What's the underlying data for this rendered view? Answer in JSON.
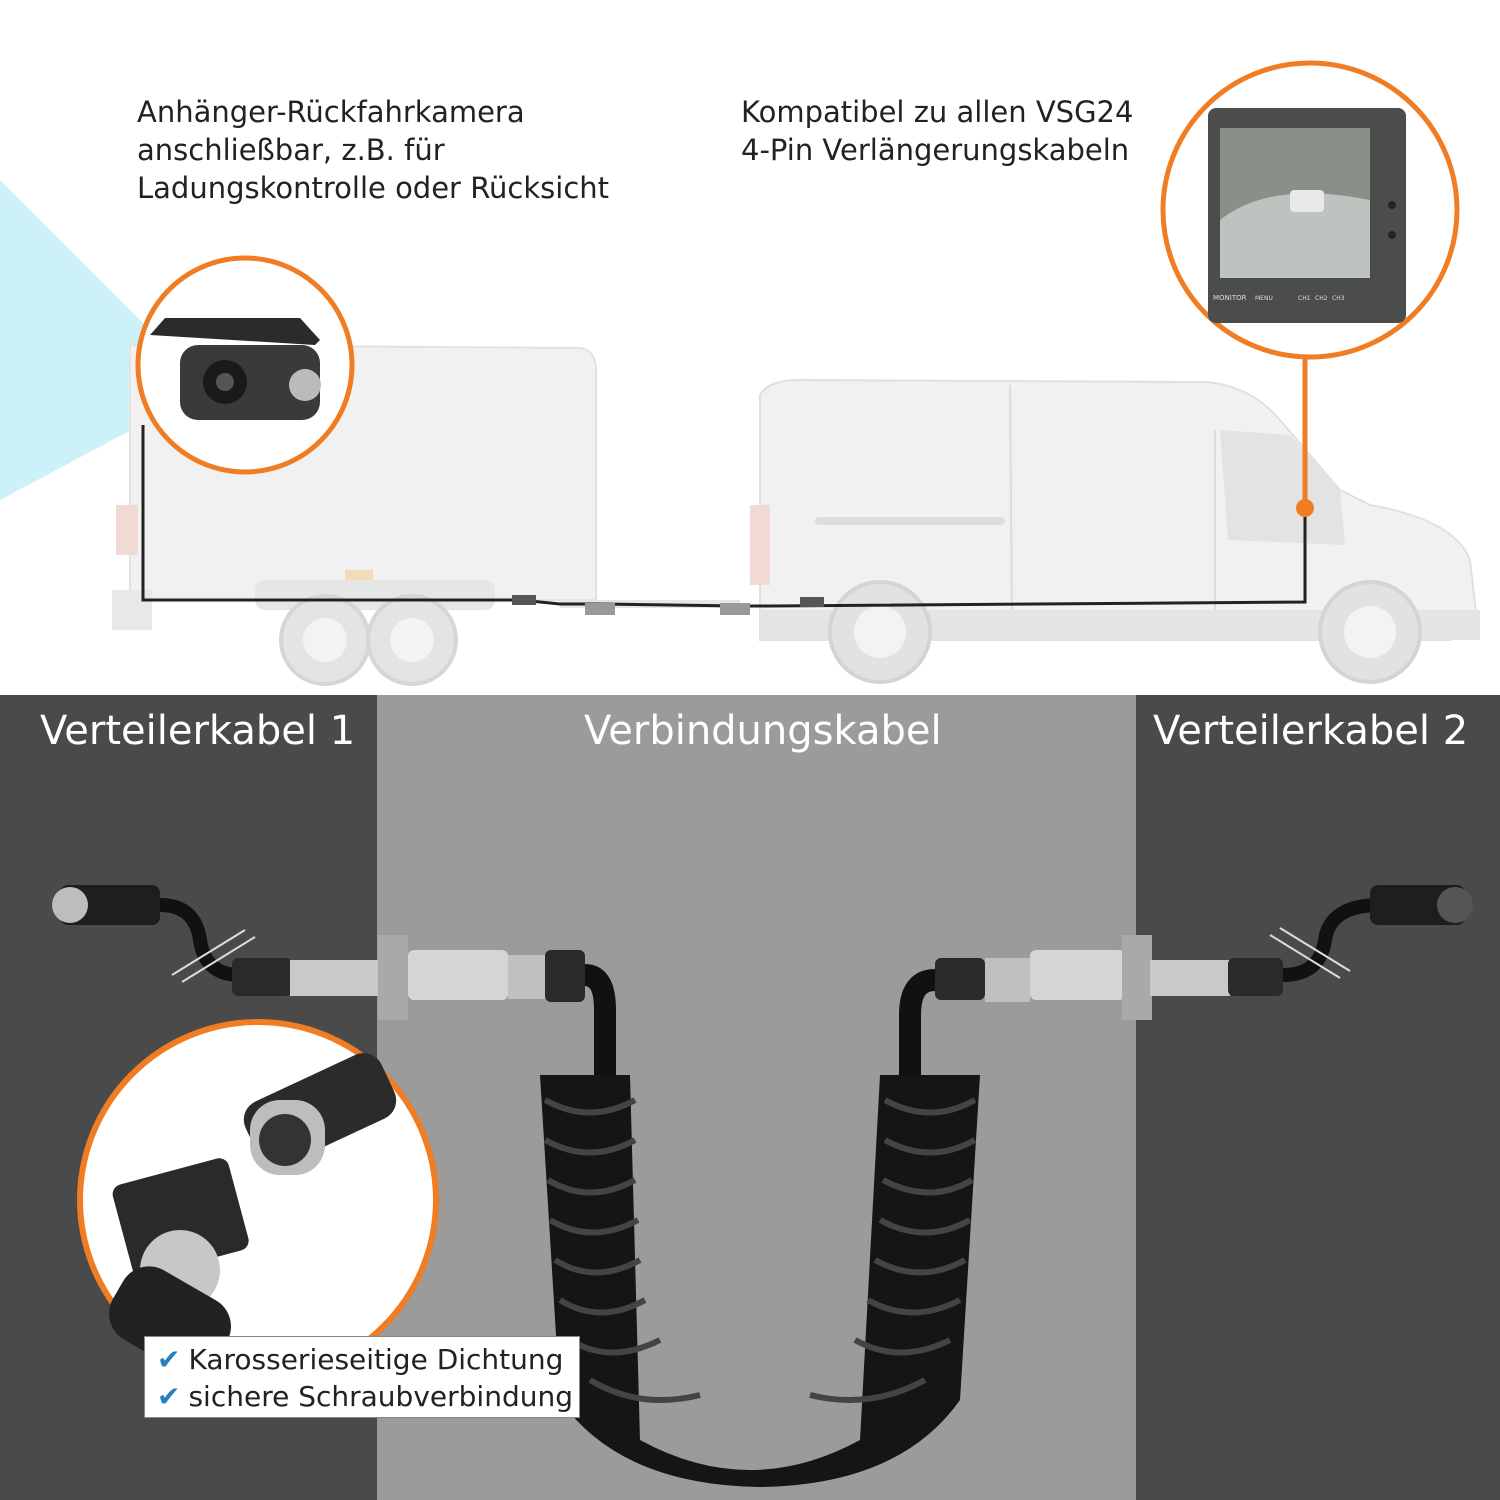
{
  "captions": {
    "camera": "Anhänger-Rückfahrkamera\nanschließbar, z.B. für\nLadungskontrolle oder Rücksicht",
    "compat": "Kompatibel zu allen VSG24\n4-Pin Verlängerungskabeln"
  },
  "sections": {
    "left": "Verteilerkabel 1",
    "middle": "Verbindungskabel",
    "right": "Verteilerkabel 2"
  },
  "features": [
    {
      "check": "✔",
      "text": "Karosserieseitige Dichtung"
    },
    {
      "check": "✔",
      "text": "sichere Schraubverbindung"
    }
  ],
  "monitor": {
    "brand": "MONITOR",
    "buttons": [
      "MENU",
      "CH1",
      "CH2",
      "CH3"
    ]
  },
  "colors": {
    "accent": "#f07d23",
    "dark_panel": "#4a4a4a",
    "mid_panel": "#9b9b9b",
    "camera_beam": "#bfeef7",
    "vehicle": "#f0f0f0",
    "check": "#2a7fc1"
  },
  "icons": {
    "camera": "rear-camera-icon",
    "monitor": "monitor-icon",
    "connector": "connector-closeup-icon",
    "check": "checkmark-icon"
  }
}
